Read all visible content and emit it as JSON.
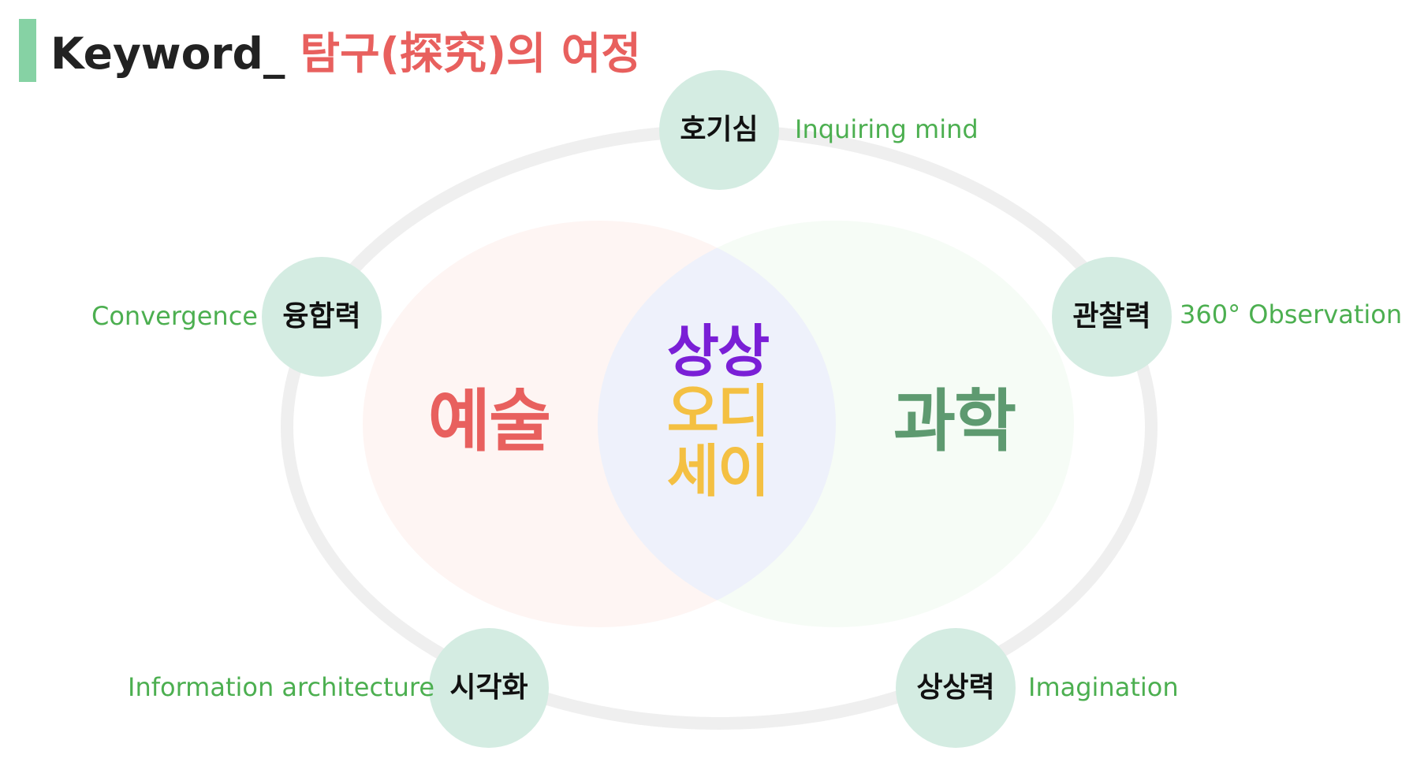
{
  "title": {
    "keyword": "Keyword_ ",
    "korean": "탐구(探究)의 여정"
  },
  "colors": {
    "accent_bar": "#86d2a4",
    "title_red": "#e8605e",
    "art_red": "#e8605e",
    "science_green": "#5e9a70",
    "imagination_purple": "#7a1fd6",
    "audio_yellow": "#f4c042",
    "node_fill": "#d4ece2",
    "label_green": "#4caf50",
    "ring": "#efefef"
  },
  "venn": {
    "left_label": "예술",
    "right_label": "과학",
    "center_lines": [
      "상상",
      "오디",
      "세이"
    ]
  },
  "nodes": [
    {
      "ko": "호기심",
      "en": "Inquiring mind"
    },
    {
      "ko": "융합력",
      "en": "Convergence"
    },
    {
      "ko": "관찰력",
      "en": "360° Observation"
    },
    {
      "ko": "시각화",
      "en": "Information architecture"
    },
    {
      "ko": "상상력",
      "en": "Imagination"
    }
  ]
}
